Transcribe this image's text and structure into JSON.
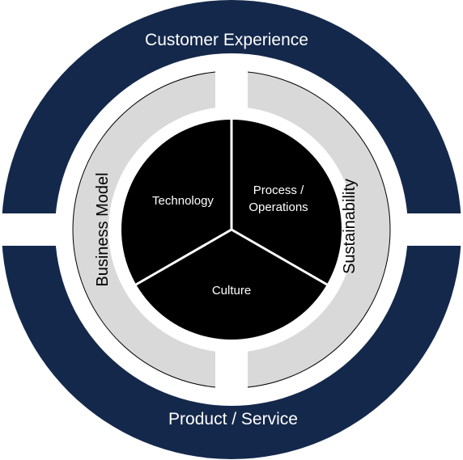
{
  "diagram": {
    "outer_ring": {
      "top_label": "Customer Experience",
      "bottom_label": "Product / Service"
    },
    "middle_ring": {
      "left_label": "Business Model",
      "right_label": "Sustainability"
    },
    "core": {
      "segment_top_left": "Technology",
      "segment_top_right_line1": "Process /",
      "segment_top_right_line2": "Operations",
      "segment_bottom": "Culture"
    }
  },
  "colors": {
    "outer_ring": "#14284b",
    "middle_ring": "#d9d9d9",
    "core": "#000000",
    "background": "#ffffff"
  }
}
